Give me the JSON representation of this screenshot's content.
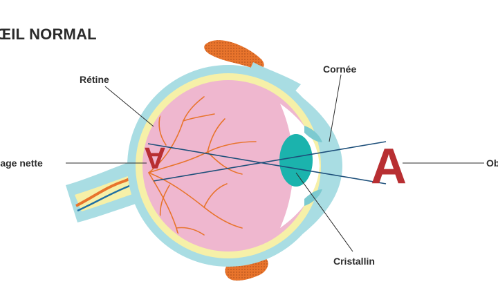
{
  "title": "ŒIL NORMAL",
  "labels": {
    "retina": "Rétine",
    "cornea": "Cornée",
    "sharp_image": "Image nette",
    "object": "Objet",
    "lens": "Cristallin"
  },
  "glyphs": {
    "object_letter": "A",
    "image_letter": "A"
  },
  "colors": {
    "text": "#2b2b2b",
    "sclera_outer": "#a9dde3",
    "sclera_inner": "#f6f0a8",
    "vitreous": "#efb7cf",
    "veins": "#e8742c",
    "lens": "#1bb3ad",
    "letter": "#b82f32",
    "ray": "#1d4f7a",
    "muscle": "#e8742c"
  },
  "icons": [
    "eye-diagram"
  ]
}
